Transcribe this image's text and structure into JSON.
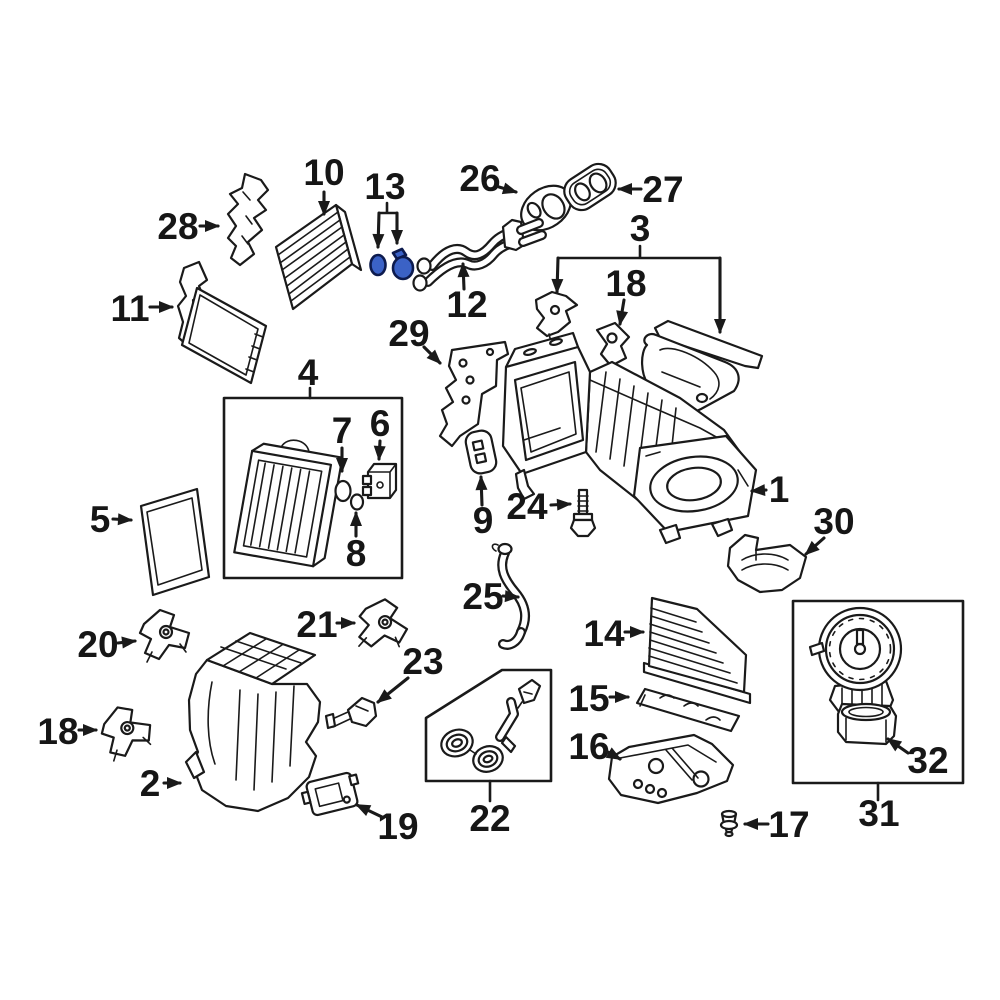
{
  "diagram": {
    "type": "exploded-parts-diagram",
    "background": "#ffffff",
    "line_color": "#1a1a1a",
    "highlight_color": "#3b62c6",
    "highlight_outline": "#0d1b4e",
    "callouts": [
      {
        "number": "28"
      },
      {
        "number": "10"
      },
      {
        "number": "13"
      },
      {
        "number": "26"
      },
      {
        "number": "27"
      },
      {
        "number": "3"
      },
      {
        "number": "18"
      },
      {
        "number": "11"
      },
      {
        "number": "12"
      },
      {
        "number": "29"
      },
      {
        "number": "4"
      },
      {
        "number": "7"
      },
      {
        "number": "6"
      },
      {
        "number": "8"
      },
      {
        "number": "9"
      },
      {
        "number": "24"
      },
      {
        "number": "1"
      },
      {
        "number": "5"
      },
      {
        "number": "30"
      },
      {
        "number": "20"
      },
      {
        "number": "21"
      },
      {
        "number": "25"
      },
      {
        "number": "14"
      },
      {
        "number": "23"
      },
      {
        "number": "15"
      },
      {
        "number": "18"
      },
      {
        "number": "16"
      },
      {
        "number": "2"
      },
      {
        "number": "19"
      },
      {
        "number": "22"
      },
      {
        "number": "17"
      },
      {
        "number": "31"
      },
      {
        "number": "32"
      }
    ]
  }
}
